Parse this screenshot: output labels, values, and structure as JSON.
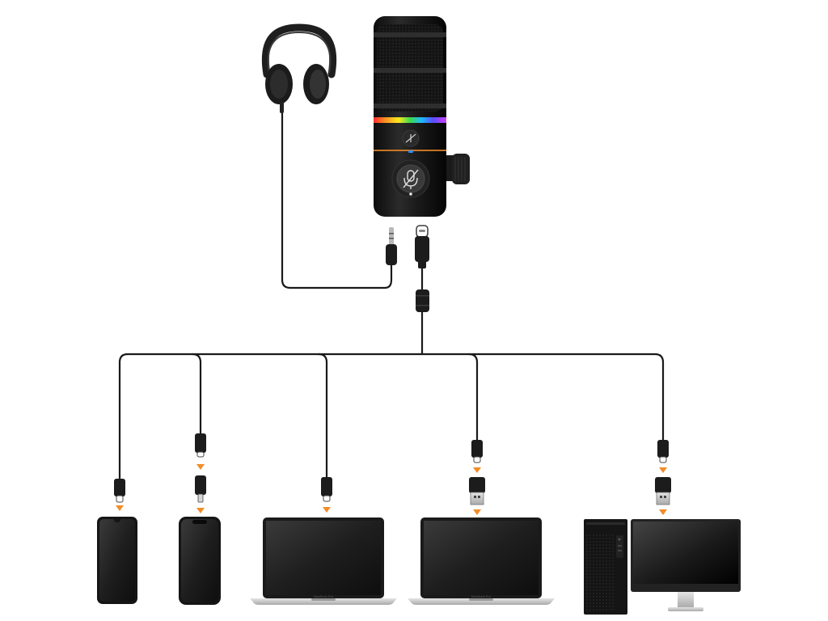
{
  "colors": {
    "background": "#ffffff",
    "cable": "#1a1a1a",
    "device_body": "#151515",
    "screen": "#2a2a2a",
    "arrow_accent": "#f28c28",
    "rgb_ring": [
      "#ff2d2d",
      "#ff9a1f",
      "#ffe81f",
      "#3ddc4a",
      "#1fb8ff",
      "#5a4dff",
      "#d03dff"
    ],
    "status_led": "#2f8cff"
  },
  "devices": {
    "microphone": {
      "name": "usb-microphone",
      "icons": [
        "gain-knob-icon",
        "mute-mic-icon"
      ]
    },
    "headphones": {
      "name": "headphones"
    },
    "targets": [
      {
        "name": "android-phone",
        "connector": "usb-c"
      },
      {
        "name": "iphone",
        "connector": "lightning-adapter"
      },
      {
        "name": "laptop-usb-c",
        "connector": "usb-c"
      },
      {
        "name": "laptop-usb-a",
        "connector": "usb-a-adapter"
      },
      {
        "name": "desktop-pc",
        "connector": "usb-a-adapter"
      }
    ]
  },
  "labels": {
    "laptop_brand": "MacBook Pro"
  }
}
